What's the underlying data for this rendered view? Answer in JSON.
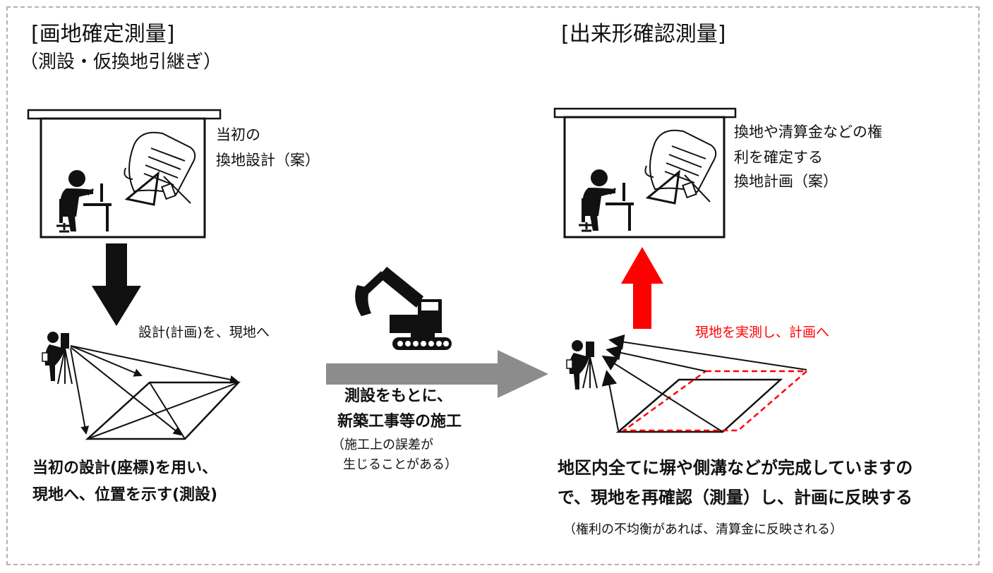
{
  "left": {
    "title": "[画地確定測量]",
    "subtitle": "（測設・仮換地引継ぎ）",
    "board_caption": [
      "当初の",
      "換地設計（案）"
    ],
    "arrow_label": "設計(計画)を、現地へ",
    "bottom_text": [
      "当初の設計(座標)を用い、",
      "現地へ、位置を示す(測設)"
    ]
  },
  "middle": {
    "bold_text": [
      "測設をもとに、",
      "新築工事等の施工"
    ],
    "note": [
      "（施工上の誤差が",
      "生じることがある）"
    ]
  },
  "right": {
    "title": "[出来形確認測量]",
    "board_caption": [
      "換地や清算金などの権",
      "利を確定する",
      "換地計画（案）"
    ],
    "red_label": "現地を実測し、計画へ",
    "bottom_text": [
      "地区内全てに塀や側溝などが完成していますの",
      "で、現地を再確認（測量）し、計画に反映する"
    ],
    "bottom_note": "（権利の不均衡があれば、清算金に反映される）"
  },
  "colors": {
    "frame": "#b3b3b3",
    "red_accent": "#ff0000",
    "gray_arrow": "#8c8c8c",
    "ink": "#111111"
  },
  "icons": [
    "person-at-desk-icon",
    "blueprint-icon",
    "surveyor-icon",
    "excavator-icon"
  ]
}
